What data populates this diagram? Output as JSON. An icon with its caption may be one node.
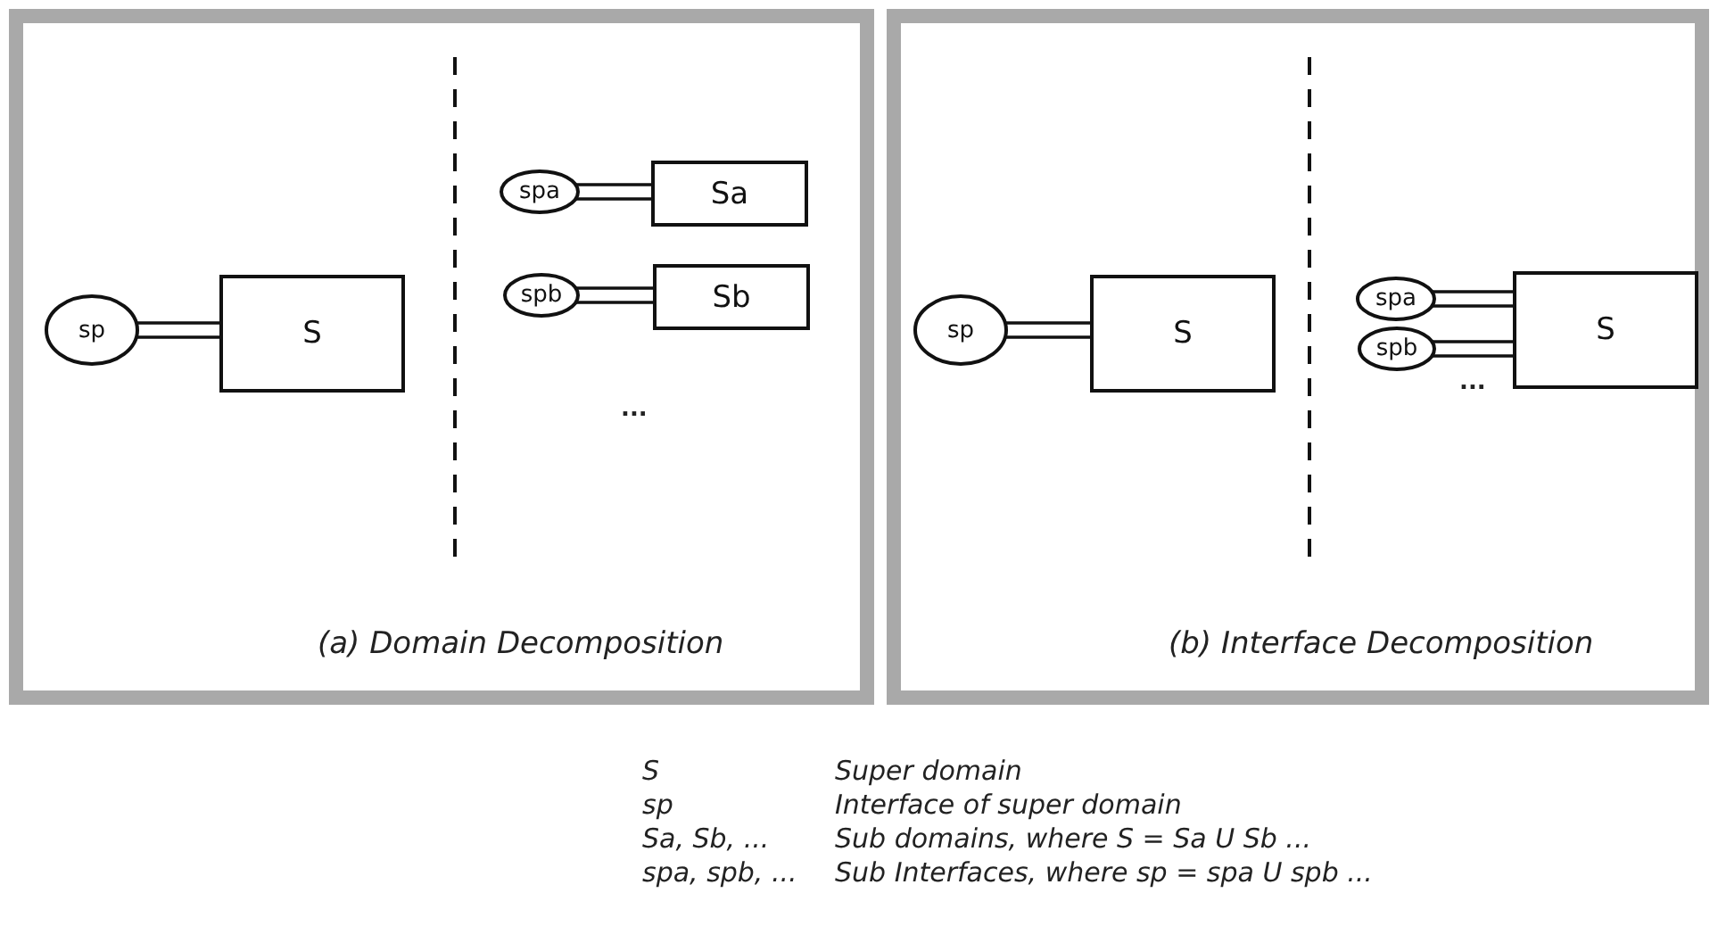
{
  "diagram": {
    "nodes": [
      {
        "text": [
          "(a) Domain Decomposition"
        ]
      },
      {
        "text": [
          "sp"
        ],
        "in": 0
      },
      {
        "text": [
          "S"
        ],
        "in": 0
      },
      {
        "text": [
          "spa"
        ],
        "in": 0
      },
      {
        "text": [
          "Sa"
        ],
        "in": 0
      },
      {
        "text": [
          "spb"
        ],
        "in": 0
      },
      {
        "text": [
          "Sb"
        ],
        "in": 0
      },
      {
        "text": [
          "(b) Interface Decomposition"
        ]
      },
      {
        "text": [
          "sp"
        ],
        "in": 7
      },
      {
        "text": [
          "S"
        ],
        "in": 7
      },
      {
        "text": [
          "spa"
        ],
        "in": 7
      },
      {
        "text": [
          "spb"
        ],
        "in": 7
      },
      {
        "text": [
          "S"
        ],
        "in": 7
      }
    ],
    "edges": [
      {
        "from": 1,
        "to": 2,
        "arrow": "none"
      },
      {
        "from": 3,
        "to": 4,
        "arrow": "none"
      },
      {
        "from": 5,
        "to": 6,
        "arrow": "none"
      },
      {
        "from": 8,
        "to": 9,
        "arrow": "none"
      },
      {
        "from": 10,
        "to": 12,
        "arrow": "none"
      },
      {
        "from": 11,
        "to": 12,
        "arrow": "none"
      }
    ],
    "labels": [
      "...",
      "...",
      "S",
      "Super domain",
      "sp",
      "Interface of super domain",
      "Sa, Sb, ...",
      "Sub domains, where S = Sa U Sb ...",
      "spa, spb, ...",
      "Sub Interfaces, where sp = spa U spb ..."
    ]
  }
}
